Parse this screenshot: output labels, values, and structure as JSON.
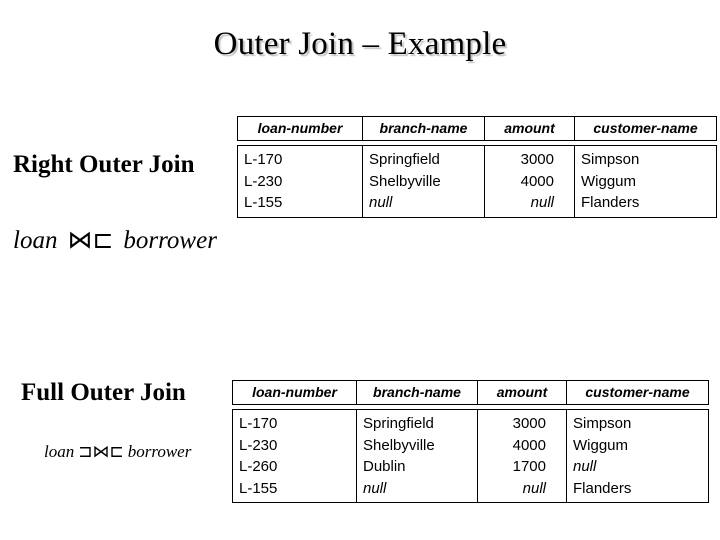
{
  "slide": {
    "title": "Outer Join – Example"
  },
  "sections": [
    {
      "id": "right-outer-join",
      "label": "Right Outer Join",
      "expression": {
        "left_relation": "loan",
        "operator": "⋈⊏",
        "operator_name": "right-outer-join-symbol",
        "right_relation": "borrower",
        "full_text": "loan ⋈⊏ borrower"
      },
      "table": {
        "columns": [
          "loan-number",
          "branch-name",
          "amount",
          "customer-name"
        ],
        "rows": [
          {
            "loan-number": "L-170",
            "branch-name": "Springfield",
            "amount": "3000",
            "customer-name": "Simpson"
          },
          {
            "loan-number": "L-230",
            "branch-name": "Shelbyville",
            "amount": "4000",
            "customer-name": "Wiggum"
          },
          {
            "loan-number": "L-155",
            "branch-name": "null",
            "amount": "null",
            "customer-name": "Flanders"
          }
        ],
        "null_token": "null"
      }
    },
    {
      "id": "full-outer-join",
      "label": "Full Outer Join",
      "expression": {
        "left_relation": "loan",
        "operator": "⊐⋈⊏",
        "operator_name": "full-outer-join-symbol",
        "right_relation": "borrower",
        "full_text": "loan ⊐⋈⊏ borrower"
      },
      "table": {
        "columns": [
          "loan-number",
          "branch-name",
          "amount",
          "customer-name"
        ],
        "rows": [
          {
            "loan-number": "L-170",
            "branch-name": "Springfield",
            "amount": "3000",
            "customer-name": "Simpson"
          },
          {
            "loan-number": "L-230",
            "branch-name": "Shelbyville",
            "amount": "4000",
            "customer-name": "Wiggum"
          },
          {
            "loan-number": "L-260",
            "branch-name": "Dublin",
            "amount": "1700",
            "customer-name": "null"
          },
          {
            "loan-number": "L-155",
            "branch-name": "null",
            "amount": "null",
            "customer-name": "Flanders"
          }
        ],
        "null_token": "null"
      }
    }
  ],
  "colors": {
    "text": "#000000",
    "background": "#ffffff",
    "border": "#000000",
    "title_shadow": "#8c8c8c"
  }
}
